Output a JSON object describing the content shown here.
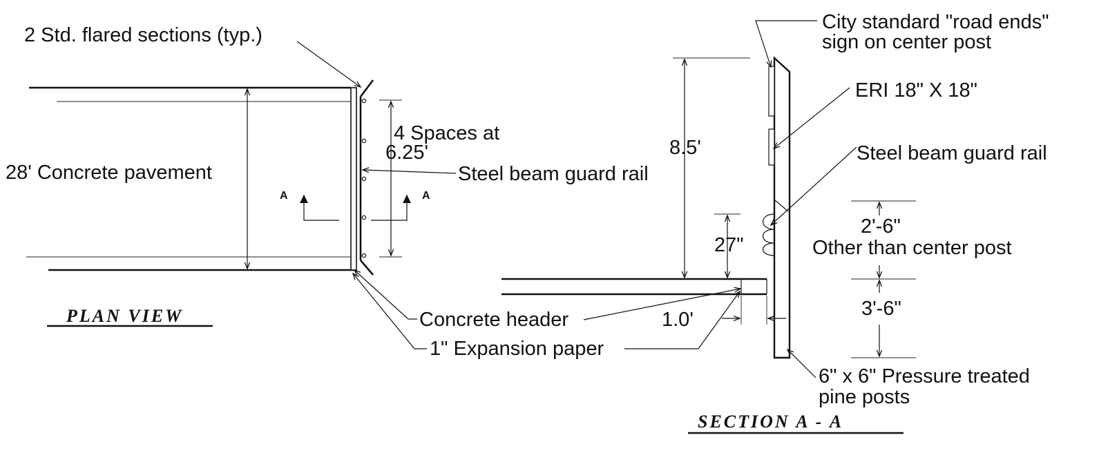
{
  "plan_view": {
    "title": "PLAN VIEW",
    "labels": {
      "flared_sections": "2 Std. flared sections (typ.)",
      "pavement": "28' Concrete pavement",
      "spaces_line1": "4 Spaces at",
      "spaces_line2": "6.25'",
      "guard_rail": "Steel beam guard rail",
      "header": "Concrete header",
      "expansion": "1\" Expansion paper",
      "cut_left": "A",
      "cut_right": "A"
    }
  },
  "section_view": {
    "title": "SECTION A - A",
    "labels": {
      "sign_line1": "City standard \"road ends\"",
      "sign_line2": "sign on center post",
      "eri": "ERI 18\" X 18\"",
      "guard_rail": "Steel beam guard rail",
      "height": "8.5'",
      "rail_height": "27\"",
      "post_top": "2'-6\"",
      "other_than": "Other than center post",
      "post_bottom": "3'-6\"",
      "offset": "1.0'",
      "posts_line1": "6\" x 6\" Pressure treated",
      "posts_line2": "pine posts"
    }
  }
}
